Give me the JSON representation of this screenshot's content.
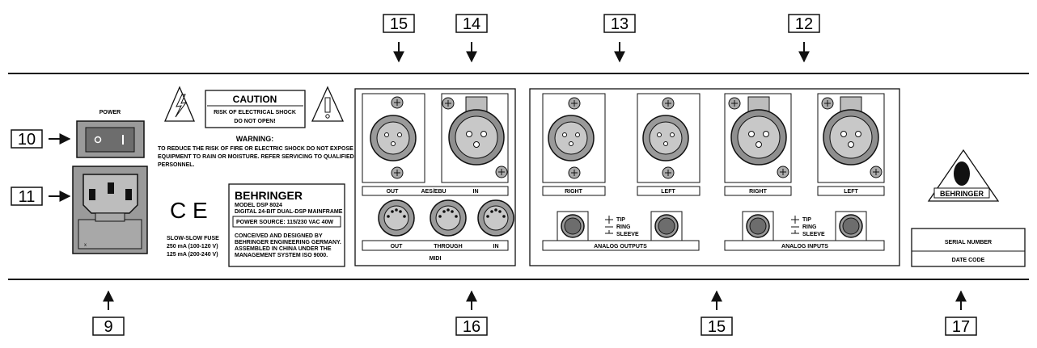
{
  "callouts": {
    "c15_top": "15",
    "c14": "14",
    "c13": "13",
    "c12": "12",
    "c10": "10",
    "c11": "11",
    "c9": "9",
    "c16": "16",
    "c15_bottom": "15",
    "c17": "17"
  },
  "power": {
    "label": "POWER"
  },
  "caution": {
    "title": "CAUTION",
    "line1": "RISK OF ELECTRICAL SHOCK",
    "line2": "DO NOT OPEN!"
  },
  "warning": {
    "title": "WARNING:",
    "line1": "TO REDUCE THE RISK OF FIRE OR ELECTRIC SHOCK DO NOT EXPOSE THIS",
    "line2": "EQUIPMENT TO RAIN OR MOISTURE. REFER SERVICING TO QUALIFIED",
    "line3": "PERSONNEL."
  },
  "ce_mark": "C E",
  "fuse": {
    "line1": "SLOW-SLOW FUSE",
    "line2": "250 mA (100-120 V)",
    "line3": "125 mA (200-240 V)"
  },
  "info": {
    "brand": "BEHRINGER",
    "model": "MODEL DSP 8024",
    "desc": "DIGITAL 24-BIT DUAL-DSP MAINFRAME",
    "power_source": "POWER SOURCE: 115/230 VAC 40W",
    "line1": "CONCEIVED AND DESIGNED BY",
    "line2": "BEHRINGER ENGINEERING GERMANY.",
    "line3": "ASSEMBLED IN CHINA UNDER THE",
    "line4": "MANAGEMENT SYSTEM ISO 9000."
  },
  "aes": {
    "out": "OUT",
    "mid": "AES/EBU",
    "in": "IN"
  },
  "midi": {
    "out": "OUT",
    "through": "THROUGH",
    "in": "IN",
    "title": "MIDI"
  },
  "analog": {
    "out_right": "RIGHT",
    "out_left": "LEFT",
    "in_right": "RIGHT",
    "in_left": "LEFT",
    "outputs_title": "ANALOG OUTPUTS",
    "inputs_title": "ANALOG INPUTS",
    "tip": "TIP",
    "ring": "RING",
    "sleeve": "SLEEVE",
    "tip2": "TIP",
    "ring2": "RING",
    "sleeve2": "SLEEVE"
  },
  "logo_text": "BEHRINGER",
  "serial": {
    "serial_label": "SERIAL NUMBER",
    "date_label": "DATE CODE"
  }
}
